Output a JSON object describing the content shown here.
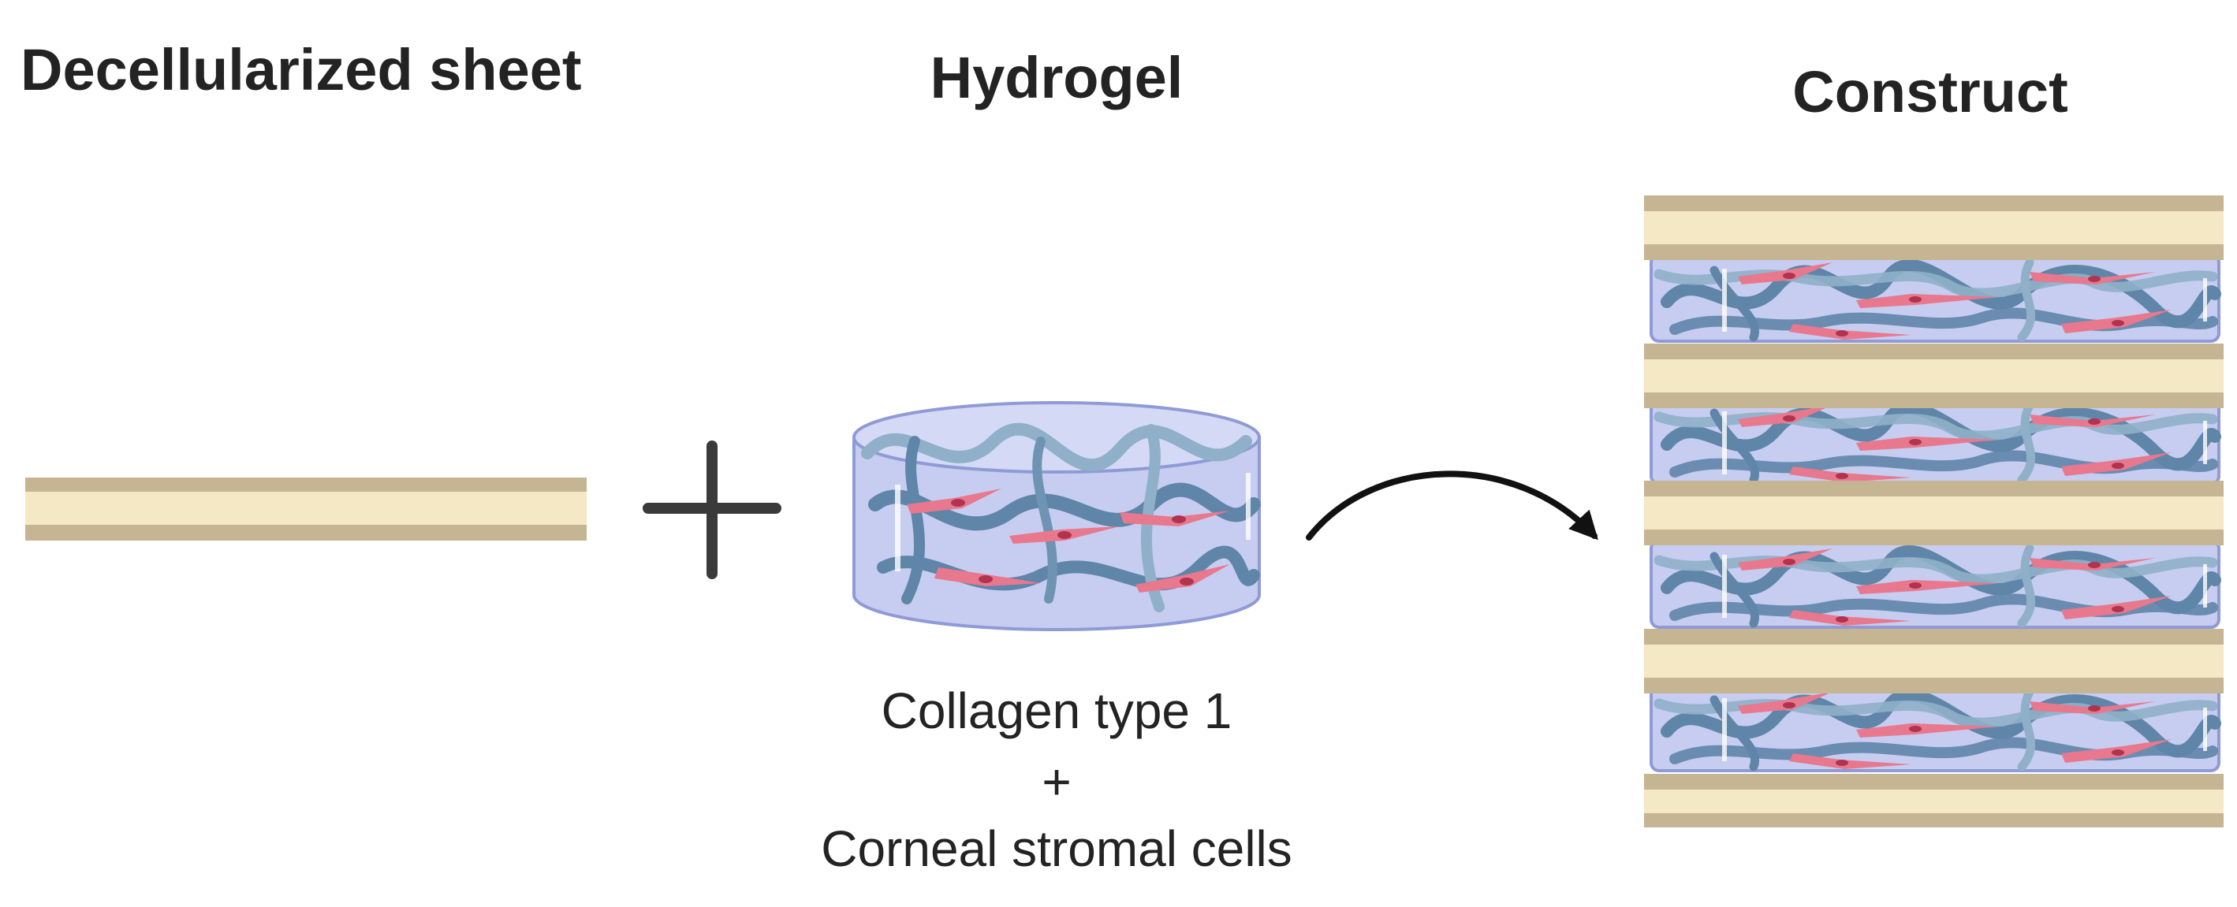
{
  "titles": {
    "sheet": "Decellularized sheet",
    "hydrogel": "Hydrogel",
    "construct": "Construct"
  },
  "hydrogel_caption": {
    "line1": "Collagen type 1",
    "line2": "+",
    "line3": "Corneal stromal cells"
  },
  "icons": {
    "combine": "plus-icon",
    "flow": "curved-arrow-icon",
    "sheet": "decellularized-sheet-icon",
    "hydrogel": "hydrogel-disc-icon",
    "construct": "layered-construct-icon"
  },
  "colors": {
    "sheet_outer": "#c5b592",
    "sheet_inner": "#f5e8c5",
    "gel_fill": "#c6cdf0",
    "gel_edge": "#8f9ad6",
    "fiber": "#5f85a8",
    "fiber_light": "#8fb0c8",
    "cell": "#e8788d",
    "nucleus": "#b2334f",
    "arrow": "#111111",
    "text": "#232323"
  },
  "construct": {
    "sheet_count": 5,
    "hydrogel_layers": 4
  }
}
